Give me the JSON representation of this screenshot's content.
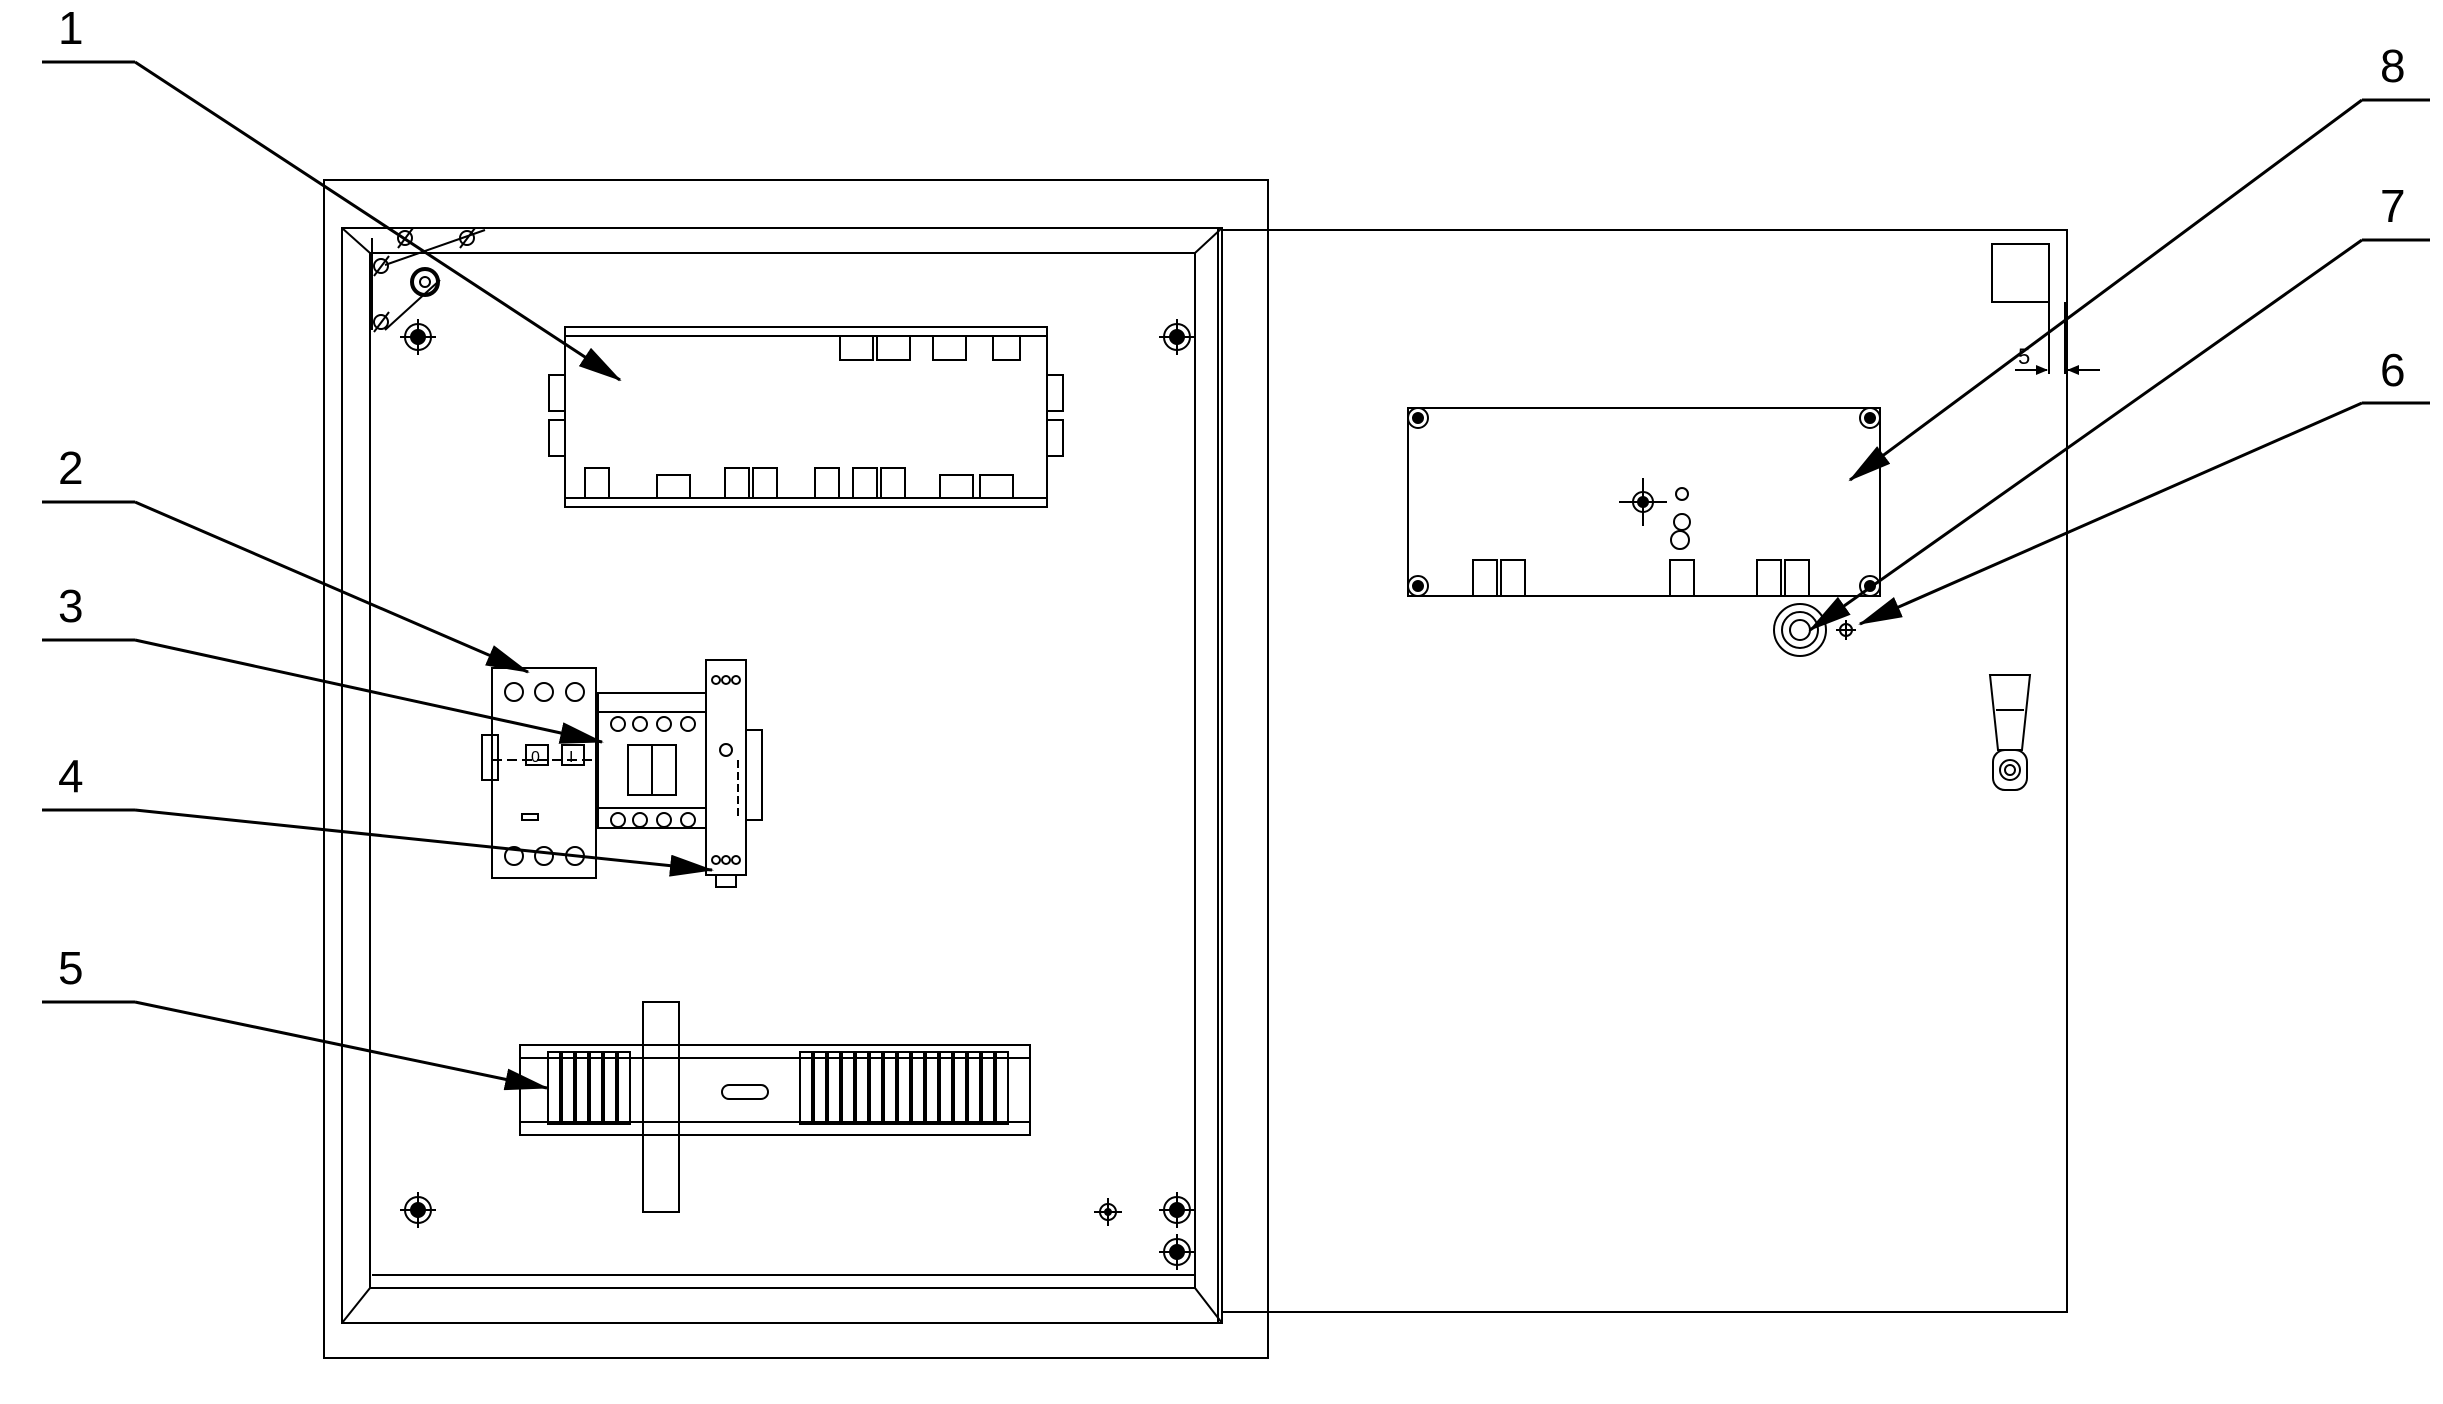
{
  "callouts": [
    {
      "id": 1,
      "label": "1"
    },
    {
      "id": 2,
      "label": "2"
    },
    {
      "id": 3,
      "label": "3"
    },
    {
      "id": 4,
      "label": "4"
    },
    {
      "id": 5,
      "label": "5"
    },
    {
      "id": 6,
      "label": "6"
    },
    {
      "id": 7,
      "label": "7"
    },
    {
      "id": 8,
      "label": "8"
    }
  ],
  "door_dimension": "5",
  "breaker_positions": [
    "0",
    "I"
  ]
}
